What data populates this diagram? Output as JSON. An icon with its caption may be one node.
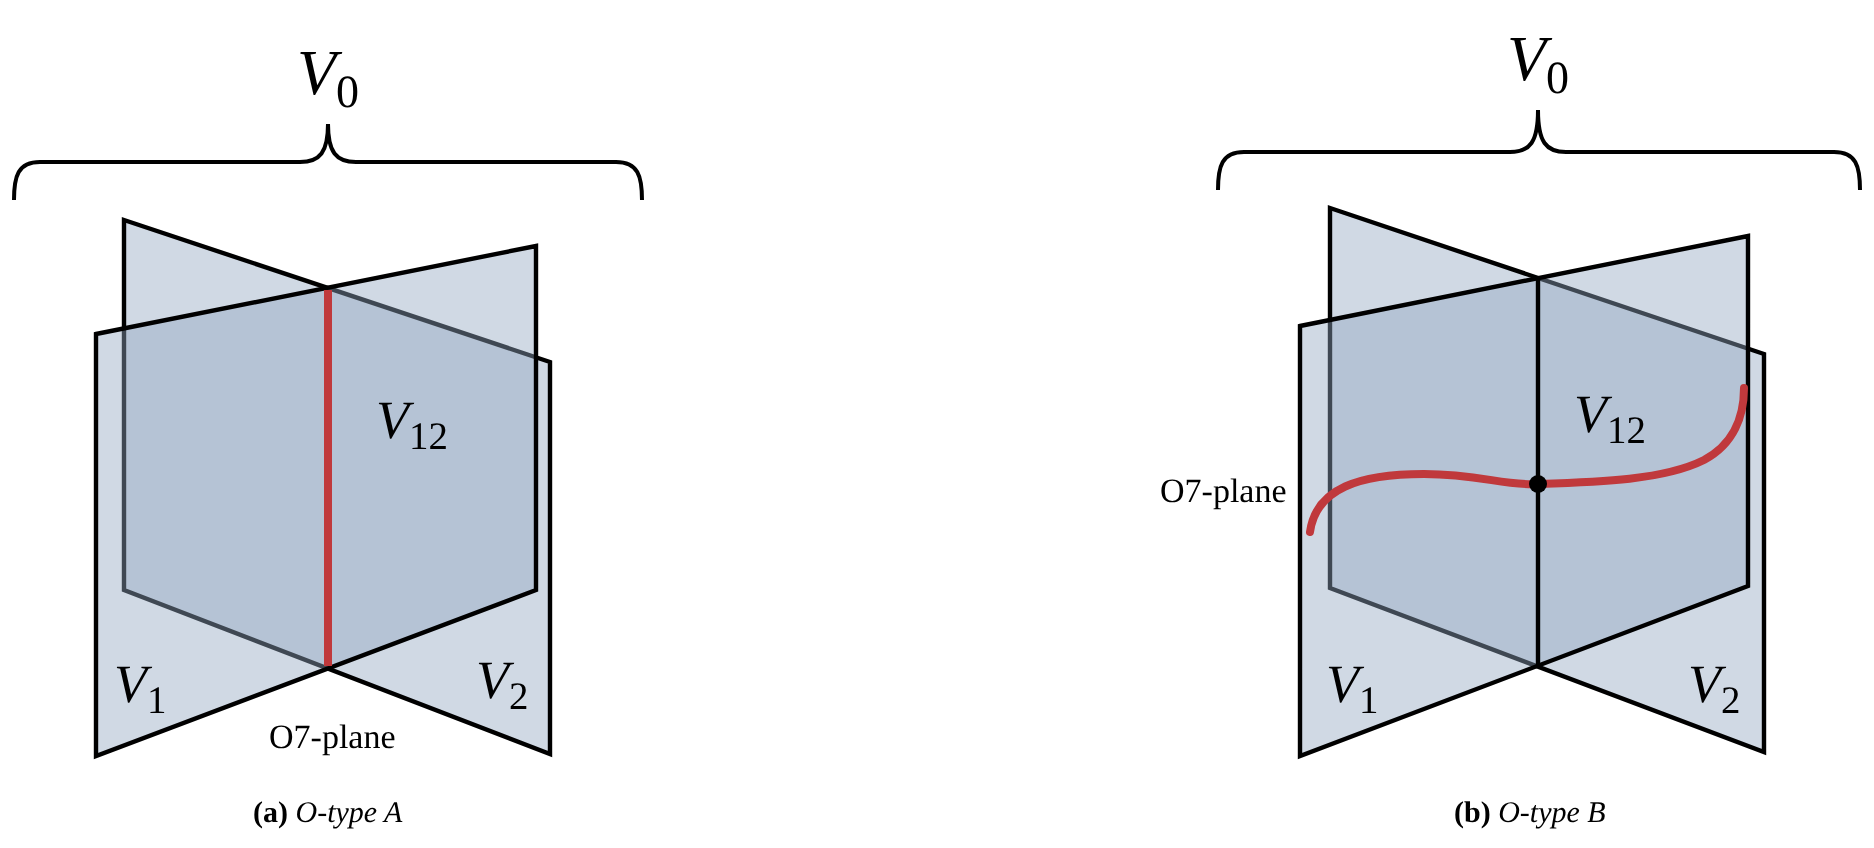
{
  "diagram": {
    "labels": [
      "*V*$_{0}$",
      "*V*$_{12}$",
      "*V*$_{1}$",
      "*V*$_{2}$",
      "O7-plane",
      "**(a)** *O-type A*",
      "*V*$_{0}$",
      "O7-plane",
      "*V*$_{12}$",
      "*V*$_{1}$",
      "*V*$_{2}$",
      "**(b)** *O-type B*"
    ]
  }
}
